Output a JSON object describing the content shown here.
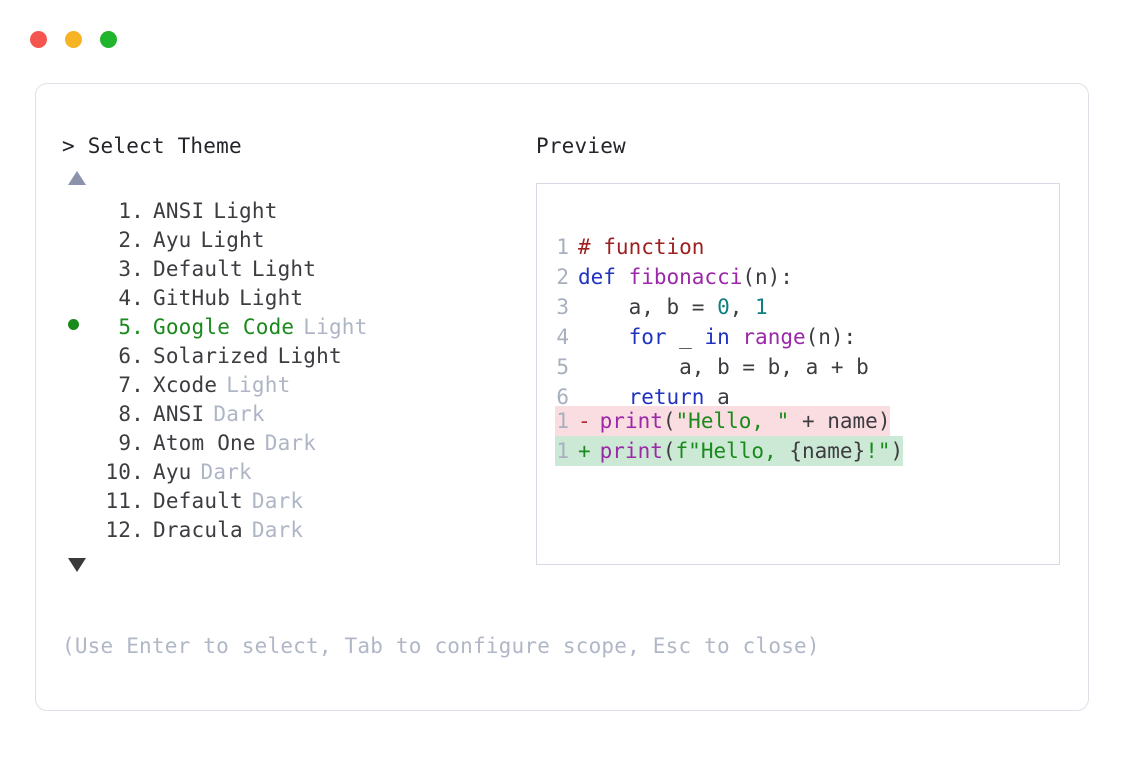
{
  "window": {
    "dots": [
      {
        "name": "close",
        "color": "#f4564f"
      },
      {
        "name": "minimize",
        "color": "#f6b424"
      },
      {
        "name": "maximize",
        "color": "#21b52e"
      }
    ]
  },
  "prompt": {
    "caret": ">",
    "title": "Select Theme",
    "scroll_up": "▲",
    "scroll_down": "▼"
  },
  "selection": {
    "selected_index": 5,
    "bullet_color": "#1a8a1c"
  },
  "themes": [
    {
      "index": "1.",
      "name": "ANSI",
      "variant": "Light",
      "variant_muted": false,
      "selected": false
    },
    {
      "index": "2.",
      "name": "Ayu",
      "variant": "Light",
      "variant_muted": false,
      "selected": false
    },
    {
      "index": "3.",
      "name": "Default",
      "variant": "Light",
      "variant_muted": false,
      "selected": false
    },
    {
      "index": "4.",
      "name": "GitHub",
      "variant": "Light",
      "variant_muted": false,
      "selected": false
    },
    {
      "index": "5.",
      "name": "Google Code",
      "variant": "Light",
      "variant_muted": true,
      "selected": true
    },
    {
      "index": "6.",
      "name": "Solarized",
      "variant": "Light",
      "variant_muted": false,
      "selected": false
    },
    {
      "index": "7.",
      "name": "Xcode",
      "variant": "Light",
      "variant_muted": true,
      "selected": false
    },
    {
      "index": "8.",
      "name": "ANSI",
      "variant": "Dark",
      "variant_muted": true,
      "selected": false
    },
    {
      "index": "9.",
      "name": "Atom One",
      "variant": "Dark",
      "variant_muted": true,
      "selected": false
    },
    {
      "index": "10.",
      "name": "Ayu",
      "variant": "Dark",
      "variant_muted": true,
      "selected": false
    },
    {
      "index": "11.",
      "name": "Default",
      "variant": "Dark",
      "variant_muted": true,
      "selected": false
    },
    {
      "index": "12.",
      "name": "Dracula",
      "variant": "Dark",
      "variant_muted": true,
      "selected": false
    }
  ],
  "footer": {
    "hint": "(Use Enter to select, Tab to configure scope, Esc to close)"
  },
  "preview": {
    "label": "Preview",
    "code_lines": [
      {
        "ln": "1",
        "tokens": [
          {
            "t": "# function",
            "c": "t-comment"
          }
        ]
      },
      {
        "ln": "2",
        "tokens": [
          {
            "t": "def ",
            "c": "t-kw"
          },
          {
            "t": "fibonacci",
            "c": "t-fn"
          },
          {
            "t": "(n):",
            "c": "t-plain"
          }
        ]
      },
      {
        "ln": "3",
        "tokens": [
          {
            "t": "    a, b = ",
            "c": "t-plain"
          },
          {
            "t": "0",
            "c": "t-num"
          },
          {
            "t": ", ",
            "c": "t-plain"
          },
          {
            "t": "1",
            "c": "t-num"
          }
        ]
      },
      {
        "ln": "4",
        "tokens": [
          {
            "t": "    ",
            "c": "t-plain"
          },
          {
            "t": "for",
            "c": "t-kw"
          },
          {
            "t": " _ ",
            "c": "t-plain"
          },
          {
            "t": "in",
            "c": "t-kw"
          },
          {
            "t": " ",
            "c": "t-plain"
          },
          {
            "t": "range",
            "c": "t-fn"
          },
          {
            "t": "(n):",
            "c": "t-plain"
          }
        ]
      },
      {
        "ln": "5",
        "tokens": [
          {
            "t": "        a, b = b, a + b",
            "c": "t-plain"
          }
        ]
      },
      {
        "ln": "6",
        "tokens": [
          {
            "t": "    ",
            "c": "t-plain"
          },
          {
            "t": "return",
            "c": "t-kw"
          },
          {
            "t": " a",
            "c": "t-plain"
          }
        ]
      }
    ],
    "diff_lines": [
      {
        "ln": "1",
        "sign": "-",
        "kind": "del",
        "tokens": [
          {
            "t": "print",
            "c": "t-fn"
          },
          {
            "t": "(",
            "c": "t-plain"
          },
          {
            "t": "\"Hello, \"",
            "c": "t-str"
          },
          {
            "t": " + name)",
            "c": "t-plain"
          }
        ]
      },
      {
        "ln": "1",
        "sign": "+",
        "kind": "add",
        "tokens": [
          {
            "t": "print",
            "c": "t-fn"
          },
          {
            "t": "(",
            "c": "t-plain"
          },
          {
            "t": "f\"Hello, ",
            "c": "t-str"
          },
          {
            "t": "{name}",
            "c": "t-plain"
          },
          {
            "t": "!\"",
            "c": "t-str"
          },
          {
            "t": ")",
            "c": "t-plain"
          }
        ]
      }
    ]
  }
}
